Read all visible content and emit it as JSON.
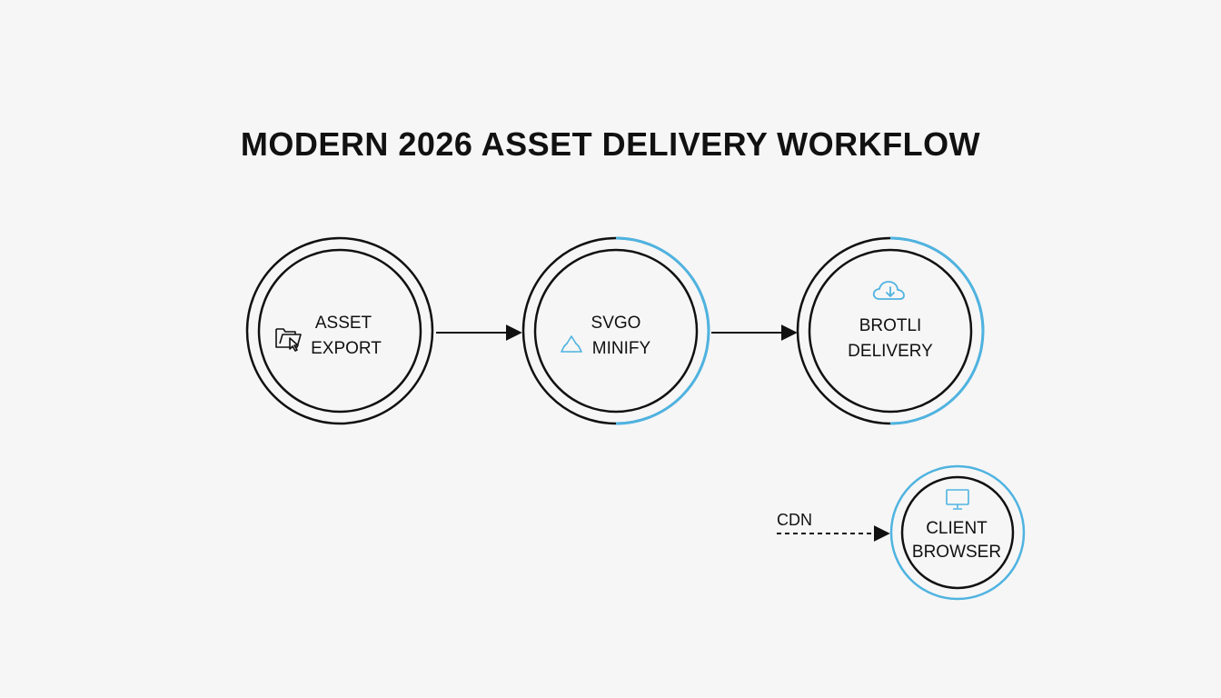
{
  "title": "MODERN 2026 ASSET DELIVERY WORKFLOW",
  "colors": {
    "background": "#f6f6f6",
    "stroke": "#111111",
    "accent": "#4fb3e0"
  },
  "nodes": [
    {
      "id": "asset-export",
      "line1": "ASSET",
      "line2": "EXPORT",
      "icon": "folder-cursor-icon"
    },
    {
      "id": "svgo-minify",
      "line1": "SVGO",
      "line2": "MINIFY",
      "icon": "triangle-recycle-icon"
    },
    {
      "id": "brotli-delivery",
      "line1": "BROTLI",
      "line2": "DELIVERY",
      "icon": "cloud-download-icon"
    },
    {
      "id": "client-browser",
      "line1": "CLIENT",
      "line2": "BROWSER",
      "icon": "monitor-icon"
    }
  ],
  "edges": [
    {
      "from": "asset-export",
      "to": "svgo-minify",
      "style": "solid",
      "label": ""
    },
    {
      "from": "svgo-minify",
      "to": "brotli-delivery",
      "style": "solid",
      "label": ""
    },
    {
      "from": "cdn",
      "to": "client-browser",
      "style": "dashed",
      "label": "CDN"
    }
  ]
}
